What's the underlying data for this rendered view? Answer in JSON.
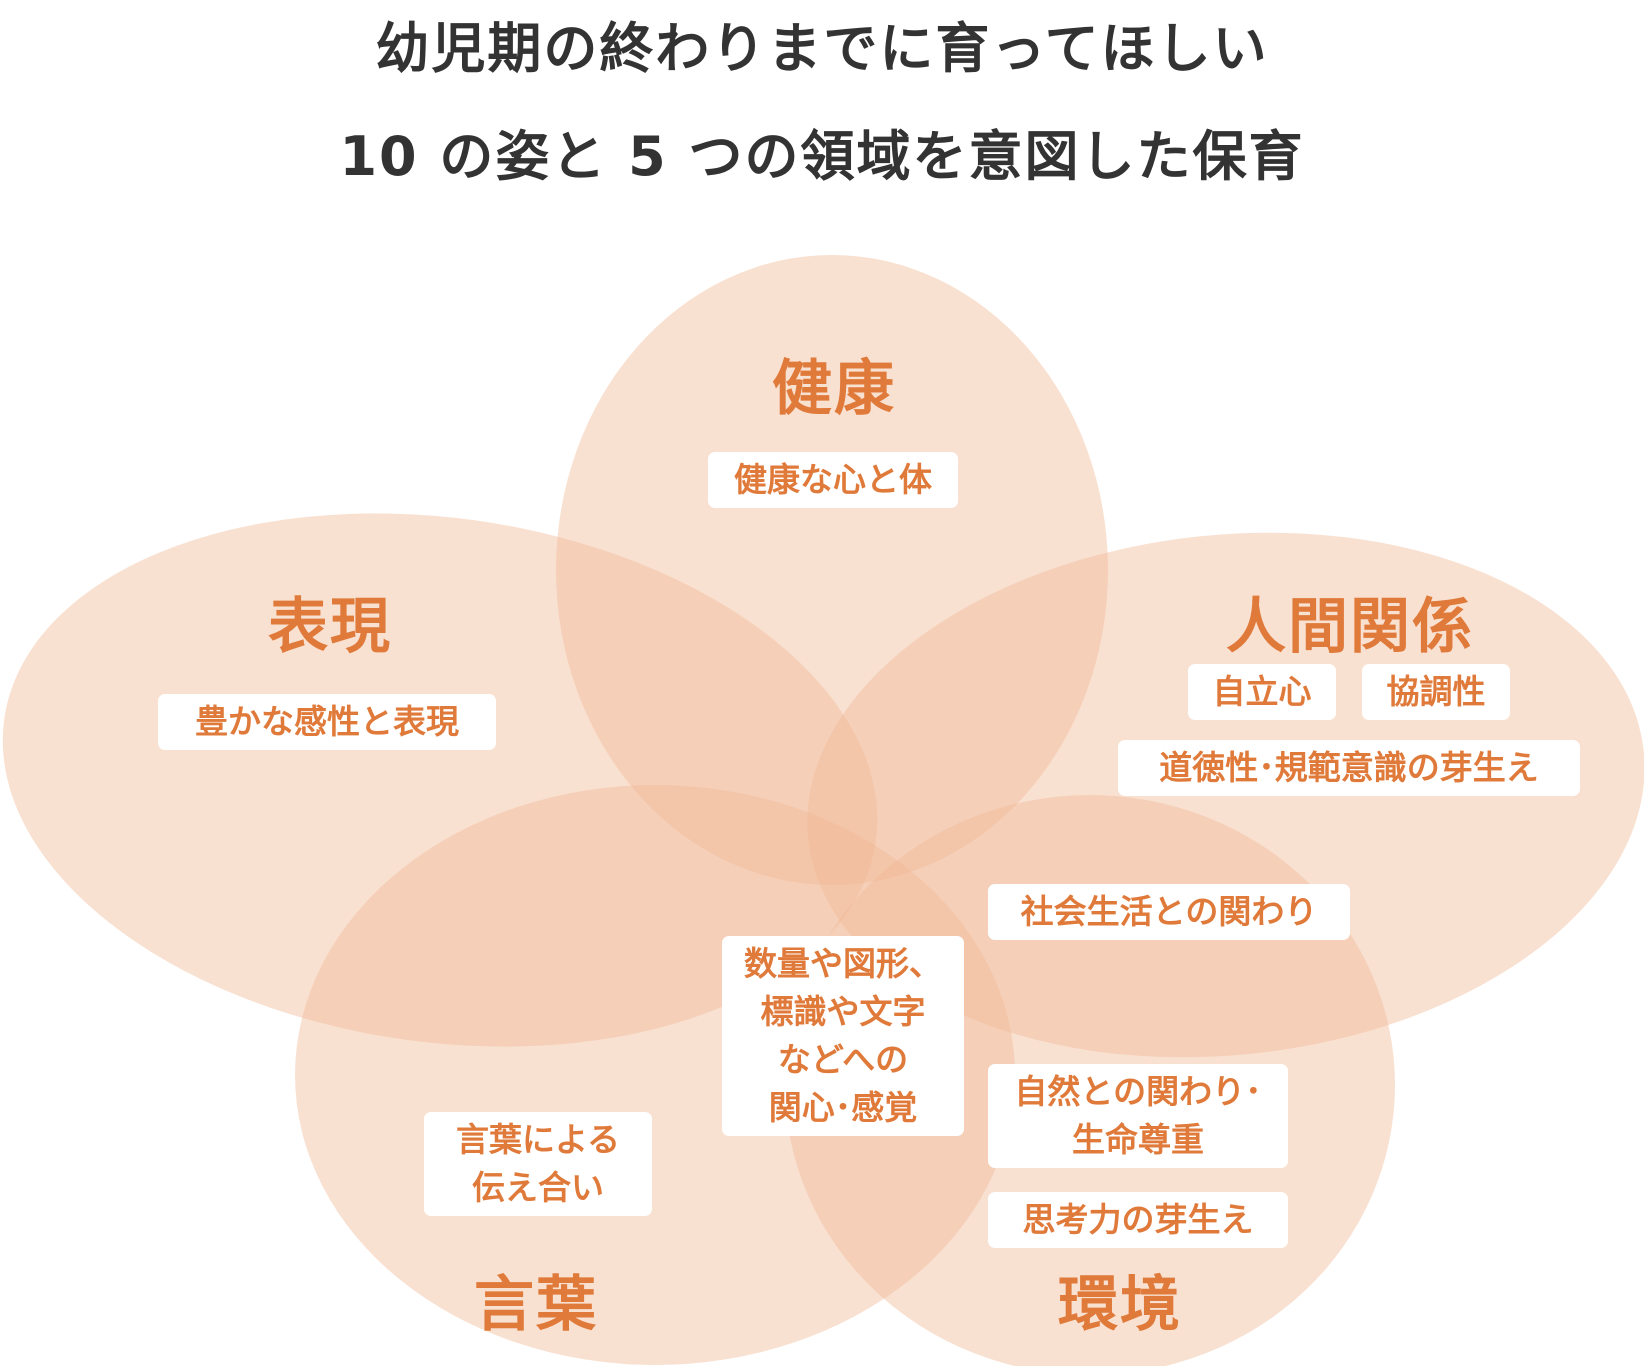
{
  "title_lines": [
    "幼児期の終わりまでに育ってほしい",
    "10 の姿と 5 つの領域を意図した保育"
  ],
  "colors": {
    "circle_fill": "#f0b894",
    "accent": "#e07a3a",
    "title": "#333333"
  },
  "areas": {
    "health": "健康",
    "expression": "表現",
    "relationships": "人間関係",
    "language": "言葉",
    "environment": "環境"
  },
  "tags": {
    "health_body": "健康な心と体",
    "sensitivity": "豊かな感性と表現",
    "independence": "自立心",
    "cooperation": "協調性",
    "morality": "道徳性･規範意識の芽生え",
    "society": "社会生活との関わり",
    "numbers": [
      "数量や図形、",
      "標識や文字",
      "などへの",
      "関心･感覚"
    ],
    "nature": [
      "自然との関わり･",
      "生命尊重"
    ],
    "thinking": "思考力の芽生え",
    "communication": [
      "言葉による",
      "伝え合い"
    ]
  }
}
